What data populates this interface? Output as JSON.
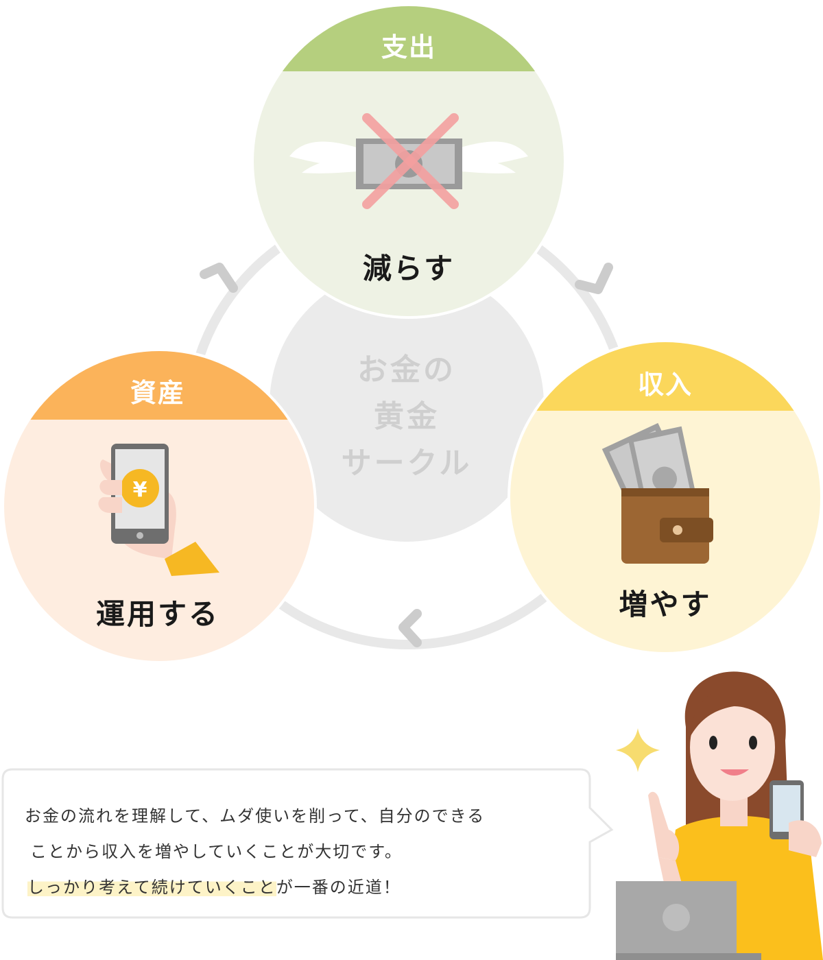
{
  "cycle": {
    "center_label_lines": [
      "お金の",
      "黄金",
      "サークル"
    ],
    "nodes": [
      {
        "id": "expense",
        "heading": "支出",
        "action": "減らす",
        "header_color": "#b5cf7e",
        "fill_color": "#eef2e4",
        "icon": "flying-money-crossed-icon"
      },
      {
        "id": "income",
        "heading": "収入",
        "action": "増やす",
        "header_color": "#fbd75b",
        "fill_color": "#fef4d4",
        "icon": "wallet-with-cash-icon"
      },
      {
        "id": "assets",
        "heading": "資産",
        "action": "運用する",
        "header_color": "#fbb35a",
        "fill_color": "#feede0",
        "icon": "hand-smartphone-yen-icon"
      }
    ]
  },
  "message": {
    "lines": [
      "お金の流れを理解して、ムダ使いを削って、自分のできる",
      "ことから収入を増やしていくことが大切です。"
    ],
    "last_line_highlight": "しっかり考えて続けていくこと",
    "last_line_rest": "が一番の近道！"
  },
  "character": {
    "icon": "woman-with-smartphone-icon"
  }
}
